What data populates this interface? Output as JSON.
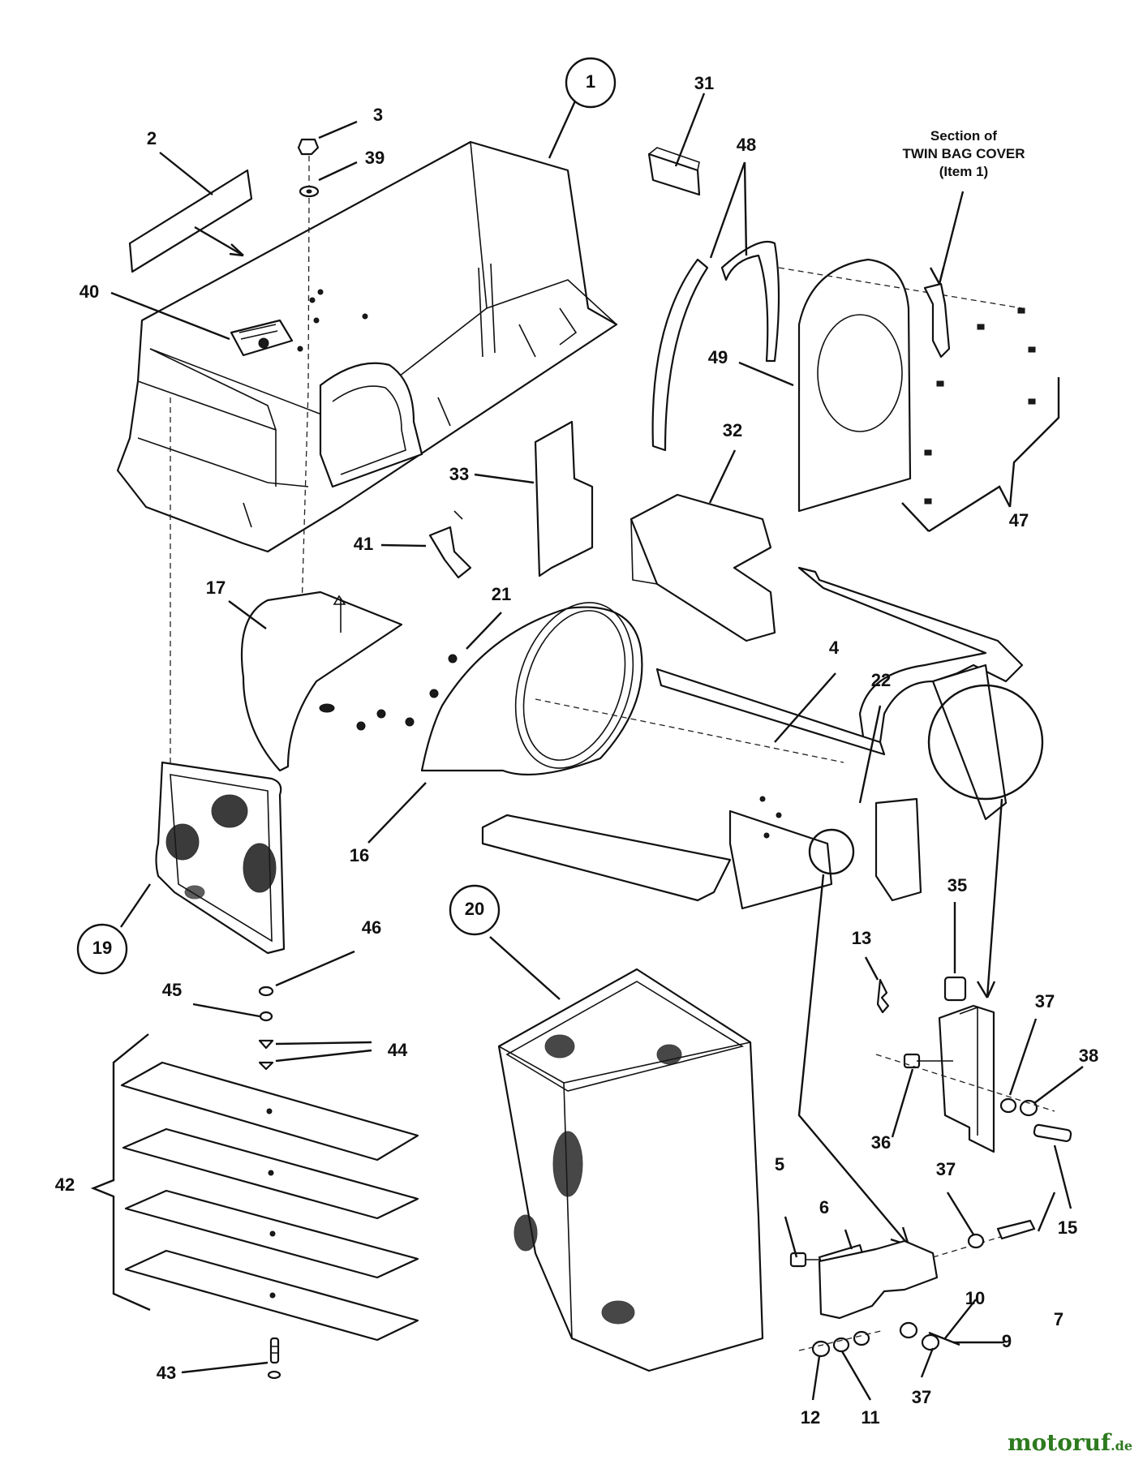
{
  "callouts": {
    "c1": "1",
    "c2": "2",
    "c3": "3",
    "c4": "4",
    "c5": "5",
    "c6": "6",
    "c7": "7",
    "c9": "9",
    "c10": "10",
    "c11": "11",
    "c12": "12",
    "c13": "13",
    "c15": "15",
    "c16": "16",
    "c17": "17",
    "c19": "19",
    "c20": "20",
    "c21": "21",
    "c22": "22",
    "c31": "31",
    "c32": "32",
    "c33": "33",
    "c35": "35",
    "c36": "36",
    "c37a": "37",
    "c37b": "37",
    "c37c": "37",
    "c38": "38",
    "c39": "39",
    "c40": "40",
    "c41": "41",
    "c42": "42",
    "c43": "43",
    "c44": "44",
    "c45": "45",
    "c46": "46",
    "c47": "47",
    "c48": "48",
    "c49": "49"
  },
  "note": {
    "line1": "Section of",
    "line2": "TWIN BAG COVER",
    "line3": "(Item 1)"
  },
  "watermark": {
    "brand": "motoruf",
    "suffix": ".de",
    "color": "#2d7a1f"
  }
}
